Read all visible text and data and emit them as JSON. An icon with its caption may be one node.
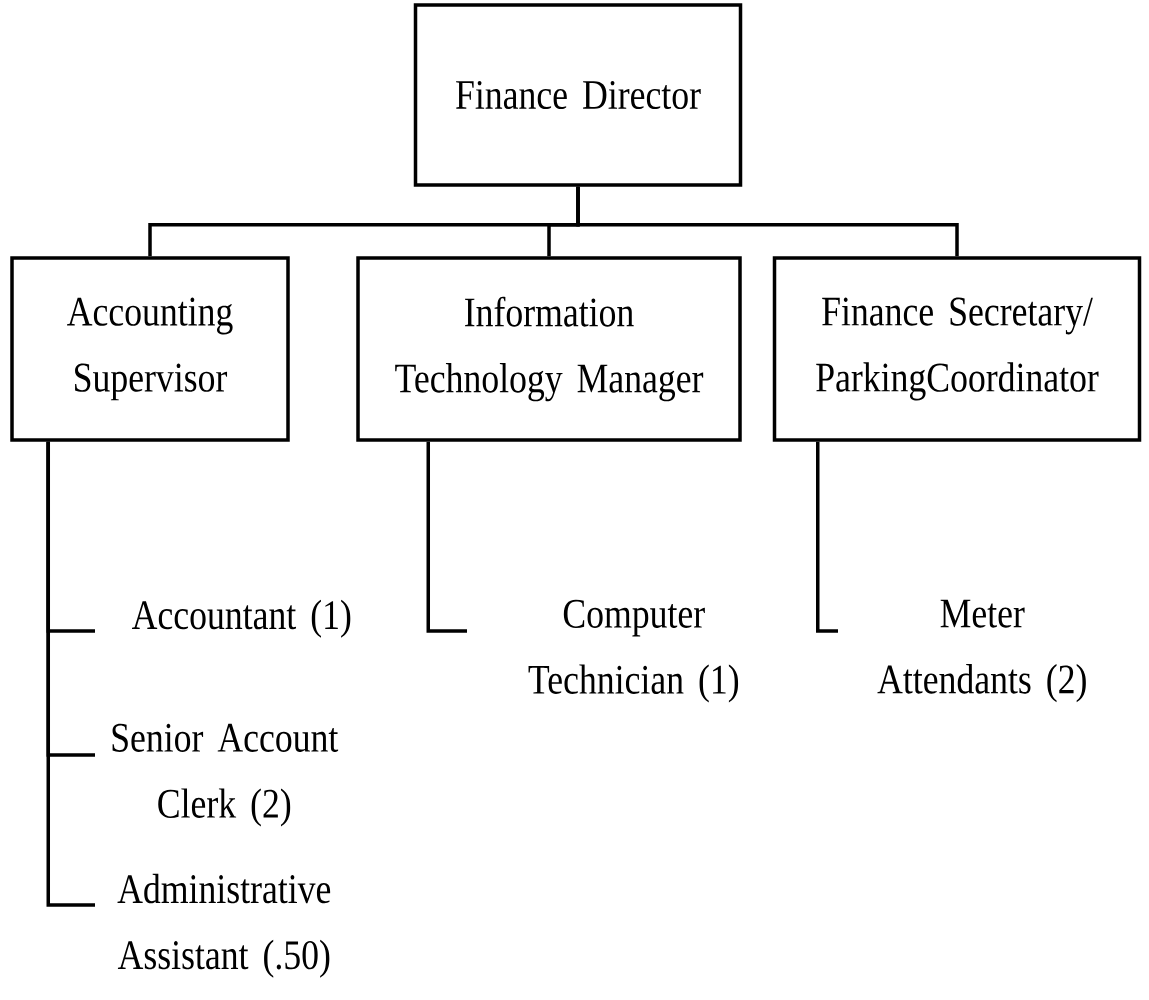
{
  "diagram": {
    "nodes": [
      {
        "text": [
          "Finance Director"
        ]
      },
      {
        "text": [
          "Accounting Supervisor"
        ]
      },
      {
        "text": [
          "Information Technology Manager"
        ]
      },
      {
        "text": [
          "Finance Secretary/ ParkingCoordinator"
        ]
      },
      {
        "text": [
          "Accountant (1)"
        ]
      },
      {
        "text": [
          "Senior Account Clerk (2)"
        ]
      },
      {
        "text": [
          "Administrative Assistant (.50)"
        ]
      },
      {
        "text": [
          "Computer Technician (1)"
        ]
      },
      {
        "text": [
          "Meter Attendants (2)"
        ]
      }
    ],
    "edges": [
      {
        "from": 0,
        "to": 1,
        "arrow": "none"
      },
      {
        "from": 0,
        "to": 2,
        "arrow": "none"
      },
      {
        "from": 0,
        "to": 3,
        "arrow": "none"
      },
      {
        "from": 1,
        "to": 4,
        "arrow": "none"
      },
      {
        "from": 1,
        "to": 5,
        "arrow": "none"
      },
      {
        "from": 1,
        "to": 6,
        "arrow": "none"
      },
      {
        "from": 2,
        "to": 7,
        "arrow": "none"
      },
      {
        "from": 3,
        "to": 8,
        "arrow": "none"
      }
    ]
  }
}
